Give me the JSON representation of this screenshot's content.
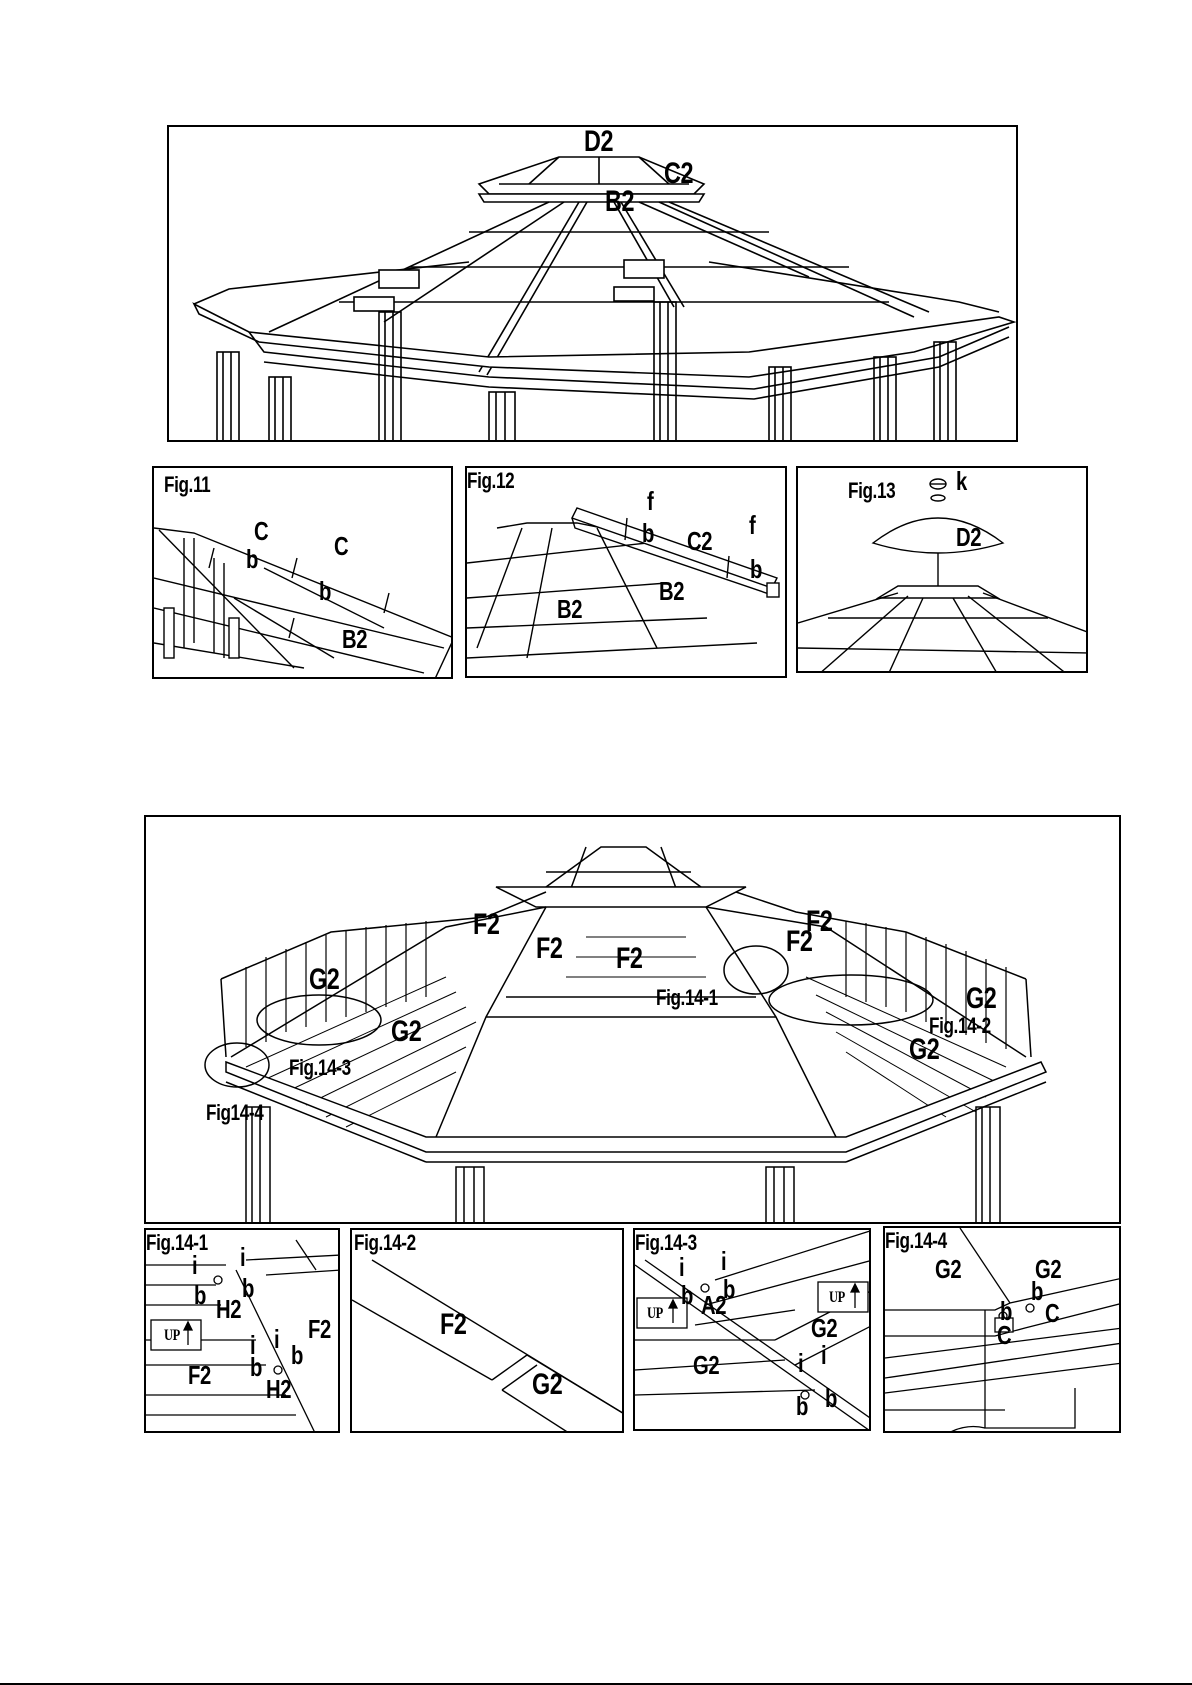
{
  "top_panel": {
    "labels": [
      "D2",
      "C2",
      "B2"
    ]
  },
  "fig11": {
    "title": "Fig.11",
    "labels": [
      "C",
      "b",
      "C",
      "b",
      "B2"
    ]
  },
  "fig12": {
    "title": "Fig.12",
    "labels": [
      "f",
      "b",
      "C2",
      "f",
      "b",
      "B2",
      "B2"
    ]
  },
  "fig13": {
    "title": "Fig.13",
    "labels": [
      "k",
      "D2"
    ]
  },
  "fig14_main": {
    "labels": [
      "F2",
      "F2",
      "F2",
      "F2",
      "F2",
      "G2",
      "G2",
      "G2",
      "G2"
    ],
    "callouts": [
      "Fig.14-1",
      "Fig.14-2",
      "Fig.14-3",
      "Fig14-4"
    ]
  },
  "fig14_1": {
    "title": "Fig.14-1",
    "labels": [
      "i",
      "b",
      "i",
      "b",
      "H2",
      "UP",
      "F2",
      "i",
      "b",
      "i",
      "b",
      "F2",
      "H2"
    ]
  },
  "fig14_2": {
    "title": "Fig.14-2",
    "labels": [
      "F2",
      "G2"
    ]
  },
  "fig14_3": {
    "title": "Fig.14-3",
    "labels": [
      "i",
      "b",
      "i",
      "b",
      "A2",
      "UP",
      "UP",
      "G2",
      "G2",
      "i",
      "b",
      "i",
      "b"
    ]
  },
  "fig14_4": {
    "title": "Fig.14-4",
    "labels": [
      "G2",
      "G2",
      "b",
      "b",
      "C",
      "C"
    ]
  }
}
